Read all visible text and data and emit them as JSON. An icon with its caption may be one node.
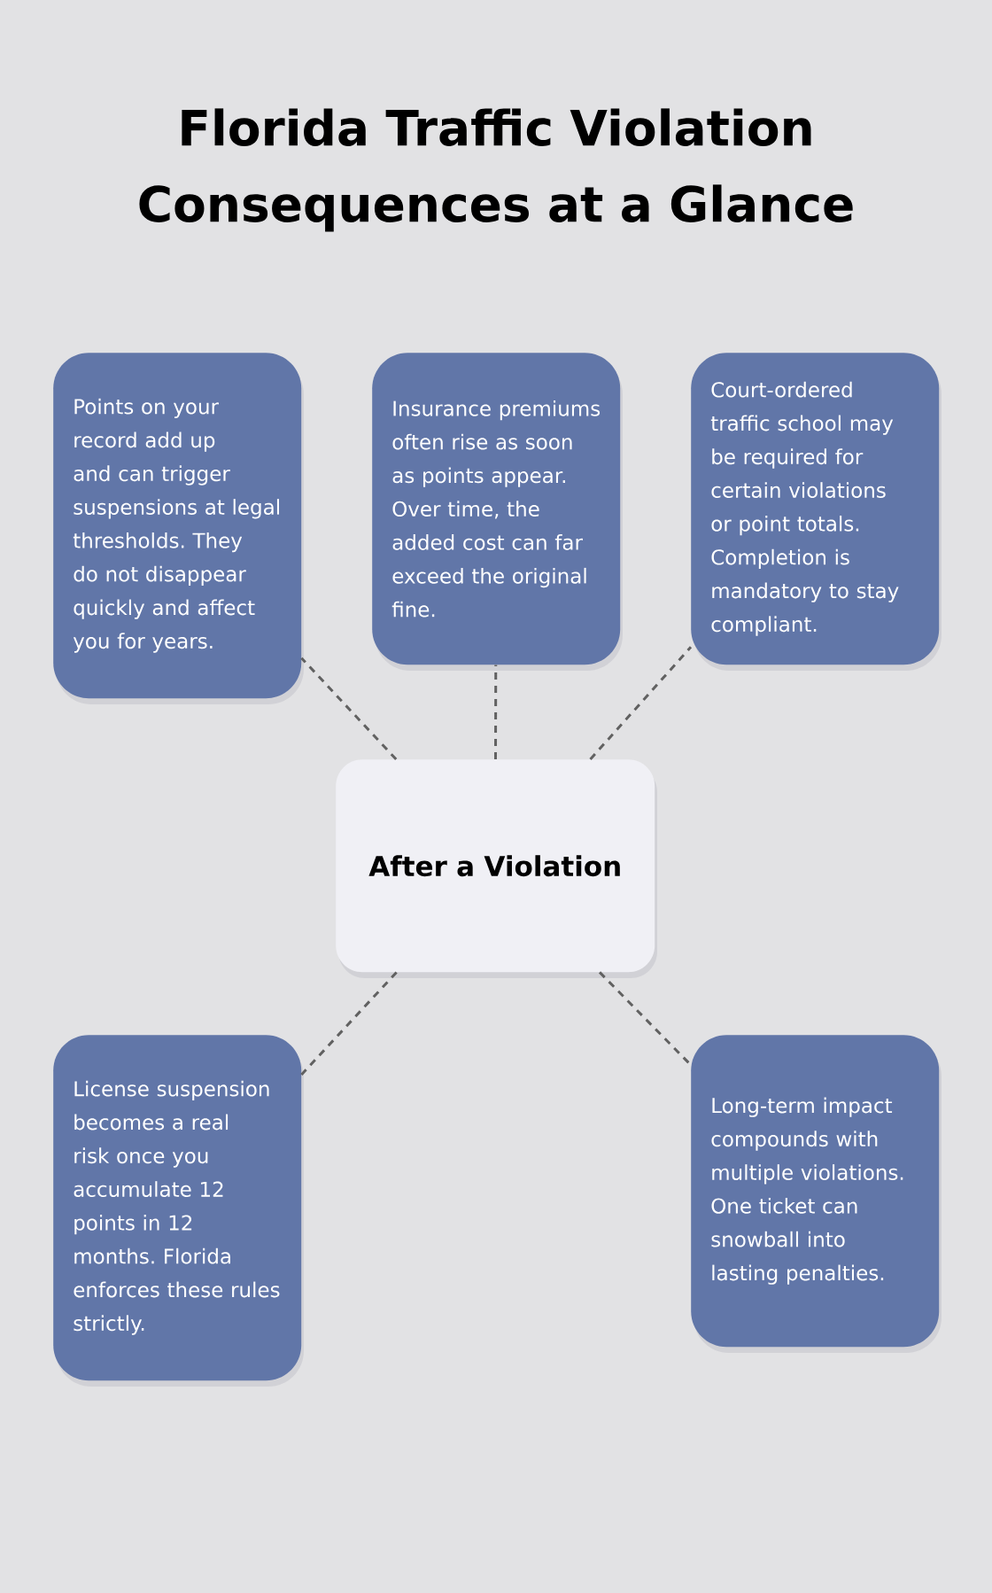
{
  "diagram": {
    "title": "Florida Traffic Violation Consequences at a Glance",
    "nodes": [
      {
        "text": [
          "Points on your record add up and can trigger suspensions at legal thresholds. They do not disappear quickly and affect you for years."
        ]
      },
      {
        "text": [
          "Insurance premiums often rise as soon as points appear. Over time, the added cost can far exceed the original fine."
        ]
      },
      {
        "text": [
          "Court-ordered traffic school may be required for certain violations or point totals. Completion is mandatory to stay compliant."
        ]
      },
      {
        "text": [
          "After a Violation"
        ]
      },
      {
        "text": [
          "License suspension becomes a real risk once you accumulate 12 points in 12 months. Florida enforces these rules strictly."
        ]
      },
      {
        "text": [
          "Long-term impact compounds with multiple violations. One ticket can snowball into lasting penalties."
        ]
      }
    ],
    "edges": [
      {
        "from": 3,
        "to": 0,
        "arrow": "none",
        "style": "dashed"
      },
      {
        "from": 3,
        "to": 1,
        "arrow": "none",
        "style": "dashed"
      },
      {
        "from": 3,
        "to": 2,
        "arrow": "none",
        "style": "dashed"
      },
      {
        "from": 3,
        "to": 4,
        "arrow": "none",
        "style": "dashed"
      },
      {
        "from": 3,
        "to": 5,
        "arrow": "none",
        "style": "dashed"
      }
    ]
  }
}
